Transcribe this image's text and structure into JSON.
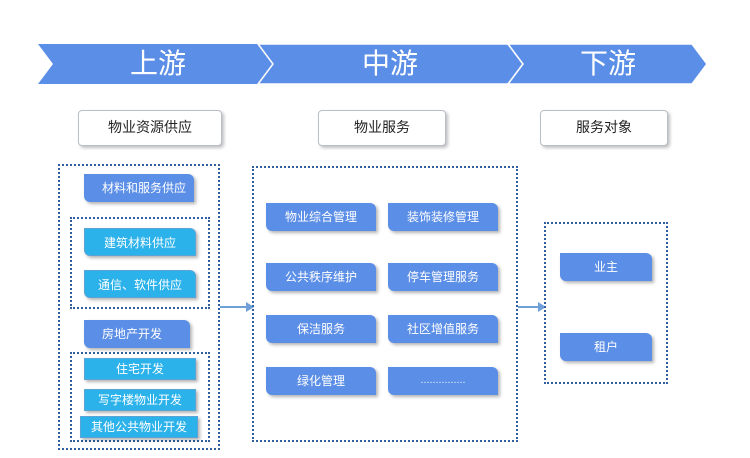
{
  "stages": [
    "上游",
    "中游",
    "下游"
  ],
  "headers": {
    "upstream": "物业资源供应",
    "midstream": "物业服务",
    "downstream": "服务对象"
  },
  "upstream": {
    "materials": "材料和服务供应",
    "building_materials": "建筑材料供应",
    "comm_software": "通信、软件供应",
    "real_estate": "房地产开发",
    "residential": "住宅开发",
    "office": "写字楼物业开发",
    "other_public": "其他公共物业开发"
  },
  "midstream": {
    "items": [
      "物业综合管理",
      "装饰装修管理",
      "公共秩序维护",
      "停车管理服务",
      "保洁服务",
      "社区增值服务",
      "绿化管理",
      "……………"
    ]
  },
  "downstream": {
    "owner": "业主",
    "tenant": "租户"
  },
  "colors": {
    "chevron": "#5b8ee6",
    "button": "#5b8ee6",
    "cyan": "#2bb2ea",
    "dotted_border": "#2f5f9f"
  }
}
